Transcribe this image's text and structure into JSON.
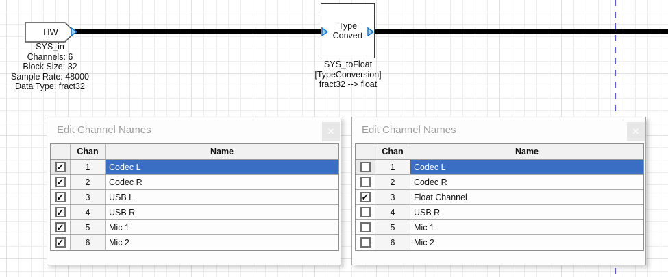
{
  "canvas": {
    "hw_block": {
      "label": "HW",
      "caption_lines": [
        "SYS_in",
        "Channels: 6",
        "Block Size: 32",
        "Sample Rate: 48000",
        "Data Type: fract32"
      ]
    },
    "type_convert_block": {
      "label_line1": "Type",
      "label_line2": "Convert",
      "caption_lines": [
        "SYS_toFloat",
        "[TypeConversion]",
        "fract32 --> float"
      ]
    },
    "colors": {
      "wire": "#000000",
      "port_fill": "#a9d3f5",
      "port_stroke": "#1679d2",
      "guide_line": "#5a5af0",
      "selection_blue": "#3a6dc4"
    }
  },
  "glyphs": {
    "check": "✓",
    "close": "✕"
  },
  "dialogs": [
    {
      "title": "Edit Channel Names",
      "columns": {
        "chan": "Chan",
        "name": "Name"
      },
      "rows": [
        {
          "checked": true,
          "chan": "1",
          "name": "Codec L",
          "selected": true
        },
        {
          "checked": true,
          "chan": "2",
          "name": "Codec R",
          "selected": false
        },
        {
          "checked": true,
          "chan": "3",
          "name": "USB L",
          "selected": false
        },
        {
          "checked": true,
          "chan": "4",
          "name": "USB R",
          "selected": false
        },
        {
          "checked": true,
          "chan": "5",
          "name": "Mic 1",
          "selected": false
        },
        {
          "checked": true,
          "chan": "6",
          "name": "Mic 2",
          "selected": false
        }
      ]
    },
    {
      "title": "Edit Channel Names",
      "columns": {
        "chan": "Chan",
        "name": "Name"
      },
      "rows": [
        {
          "checked": false,
          "chan": "1",
          "name": "Codec L",
          "selected": true
        },
        {
          "checked": false,
          "chan": "2",
          "name": "Codec R",
          "selected": false
        },
        {
          "checked": true,
          "chan": "3",
          "name": "Float Channel",
          "selected": false
        },
        {
          "checked": false,
          "chan": "4",
          "name": "USB R",
          "selected": false
        },
        {
          "checked": false,
          "chan": "5",
          "name": "Mic 1",
          "selected": false
        },
        {
          "checked": false,
          "chan": "6",
          "name": "Mic 2",
          "selected": false
        }
      ]
    }
  ]
}
